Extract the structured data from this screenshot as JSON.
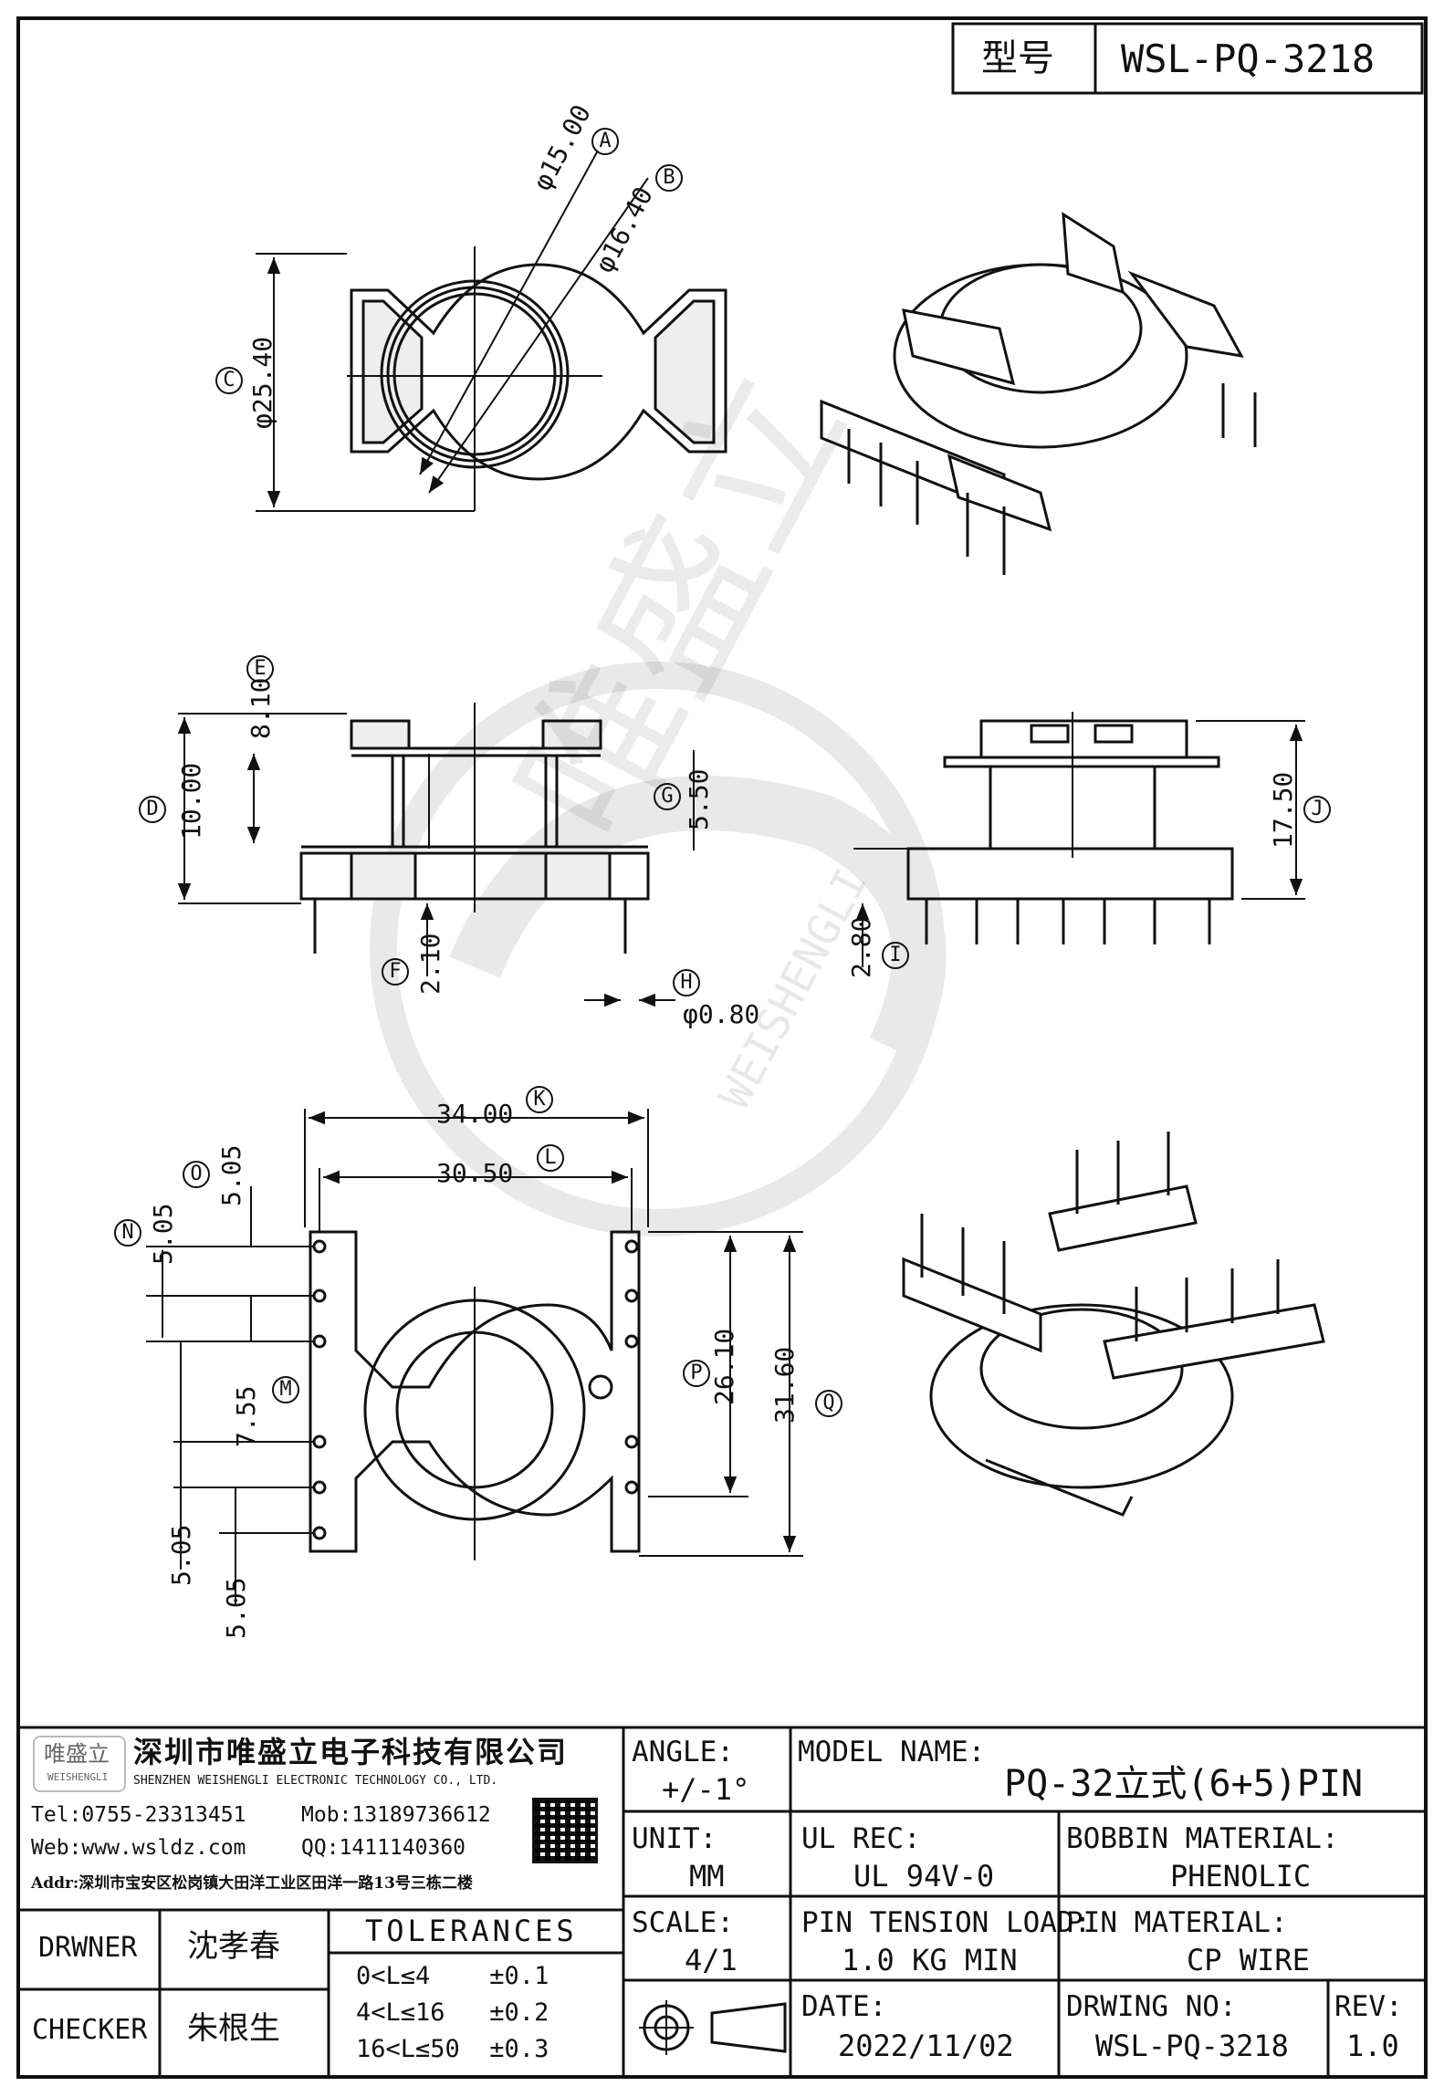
{
  "header": {
    "model_label": "型号",
    "model_value": "WSL-PQ-3218"
  },
  "dimensions": {
    "A": {
      "tag": "A",
      "value": "φ15.00"
    },
    "B": {
      "tag": "B",
      "value": "φ16.40"
    },
    "C": {
      "tag": "C",
      "value": "φ25.40"
    },
    "D": {
      "tag": "D",
      "value": "10.00"
    },
    "E": {
      "tag": "E",
      "value": "8.10"
    },
    "F": {
      "tag": "F",
      "value": "2.10"
    },
    "G": {
      "tag": "G",
      "value": "5.50"
    },
    "H": {
      "tag": "H",
      "value": "φ0.80"
    },
    "I": {
      "tag": "I",
      "value": "2.80"
    },
    "J": {
      "tag": "J",
      "value": "17.50"
    },
    "K": {
      "tag": "K",
      "value": "34.00"
    },
    "L": {
      "tag": "L",
      "value": "30.50"
    },
    "M": {
      "tag": "M",
      "value": "7.55"
    },
    "N": {
      "tag": "N",
      "value": "5.05"
    },
    "O": {
      "tag": "O",
      "value": "5.05"
    },
    "P": {
      "tag": "P",
      "value": "26.10"
    },
    "Q": {
      "tag": "Q",
      "value": "31.60"
    },
    "bottom_1": "5.05",
    "bottom_2": "5.05"
  },
  "watermark": {
    "text": "唯盛立",
    "sub": "WEISHENGLI"
  },
  "company": {
    "logo_text": "唯盛立",
    "logo_sub": "WEISHENGLI",
    "name_cn": "深圳市唯盛立电子科技有限公司",
    "name_en": "SHENZHEN WEISHENGLI ELECTRONIC TECHNOLOGY CO., LTD.",
    "tel": "Tel:0755-23313451",
    "mob": "Mob:13189736612",
    "web": "Web:www.wsldz.com",
    "qq": "QQ:1411140360",
    "addr": "Addr:深圳市宝安区松岗镇大田洋工业区田洋一路13号三栋二楼"
  },
  "title_block": {
    "angle_label": "ANGLE:",
    "angle_value": "+/-1°",
    "model_name_label": "MODEL NAME:",
    "model_name_value": "PQ-32立式(6+5)PIN",
    "unit_label": "UNIT:",
    "unit_value": "MM",
    "ul_label": "UL REC:",
    "ul_value": "UL 94V-0",
    "bobbin_label": "BOBBIN MATERIAL:",
    "bobbin_value": "PHENOLIC",
    "drawer_label": "DRWNER",
    "drawer_value": "沈孝春",
    "tolerances_label": "TOLERANCES",
    "tol_rows": [
      "0<L≤4    ±0.1",
      "4<L≤16   ±0.2",
      "16<L≤50  ±0.3"
    ],
    "scale_label": "SCALE:",
    "scale_value": "4/1",
    "pin_tension_label": "PIN TENSION LOAD:",
    "pin_tension_value": "1.0 KG MIN",
    "pin_material_label": "PIN MATERIAL:",
    "pin_material_value": "CP WIRE",
    "checker_label": "CHECKER",
    "checker_value": "朱根生",
    "date_label": "DATE:",
    "date_value": "2022/11/02",
    "drawing_no_label": "DRWING NO:",
    "drawing_no_value": "WSL-PQ-3218",
    "rev_label": "REV:",
    "rev_value": "1.0"
  }
}
